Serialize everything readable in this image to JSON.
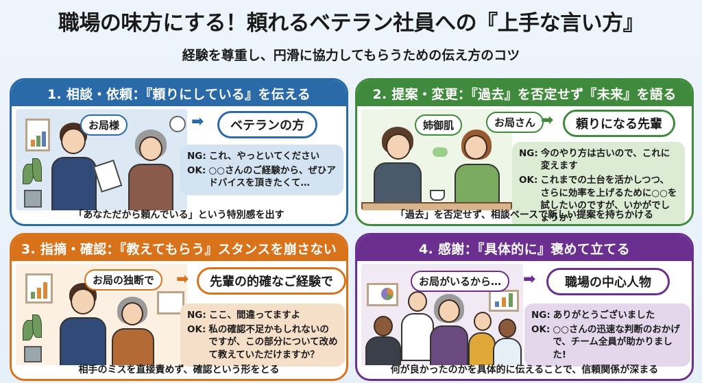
{
  "header": {
    "title": "職場の味方にする！頼れるベテラン社員への『上手な言い方』",
    "subtitle": "経験を尊重し、円滑に協力してもらうための伝え方のコツ"
  },
  "colors": {
    "blue": "#2a6aa8",
    "green": "#3f8a3c",
    "orange": "#d9731b",
    "purple": "#6b2f8f",
    "background": "#eaf2fa"
  },
  "panels": [
    {
      "heading": "1. 相談・依頼：『頼りにしている』を伝える",
      "speech_bubble": "お局様",
      "arrow_icon": "right-arrow",
      "replacement": "ベテランの方",
      "ng_label": "NG:",
      "ng_text": "これ、やっといてください",
      "ok_label": "OK:",
      "ok_text": "○○さんのご経験から、ぜひアドバイスを頂きたくて…",
      "footer": "「あなただから頼んでいる」という特別感を出す"
    },
    {
      "heading": "2. 提案・変更：『過去』を否定せず『未来』を語る",
      "speech_bubble": "姉御肌",
      "speech_bubble_2": "お局さん",
      "arrow_icon": "right-arrow",
      "replacement": "頼りになる先輩",
      "ng_label": "NG:",
      "ng_text": "今のやり方は古いので、これに変えます",
      "ok_label": "OK:",
      "ok_text": "これまでの土台を活かしつつ、さらに効率を上げるために○○を試したいのですが、いかがでしょうか？",
      "footer": "「過去」を否定せず、相談ベースで新しい提案を持ちかける"
    },
    {
      "heading": "3. 指摘・確認：『教えてもらう』スタンスを崩さない",
      "speech_bubble": "お局の独断で",
      "arrow_icon": "right-arrow",
      "replacement": "先輩の的確なご経験で",
      "ng_label": "NG:",
      "ng_text": "ここ、間違ってますよ",
      "ok_label": "OK:",
      "ok_text": "私の確認不足かもしれないのですが、この部分について改めて教えていただけますか？",
      "footer": "相手のミスを直接責めず、確認という形をとる"
    },
    {
      "heading": "4. 感謝：『具体的に』褒めて立てる",
      "speech_bubble": "お局がいるから…",
      "arrow_icon": "right-arrow",
      "replacement": "職場の中心人物",
      "ng_label": "NG:",
      "ng_text": "ありがとうございました",
      "ok_label": "OK:",
      "ok_text": "○○さんの迅速な判断のおかげで、チーム全員が助かりました!",
      "footer": "何が良かったのかを具体的に伝えることで、信頼関係が深まる"
    }
  ],
  "arrow_glyph": "➡"
}
